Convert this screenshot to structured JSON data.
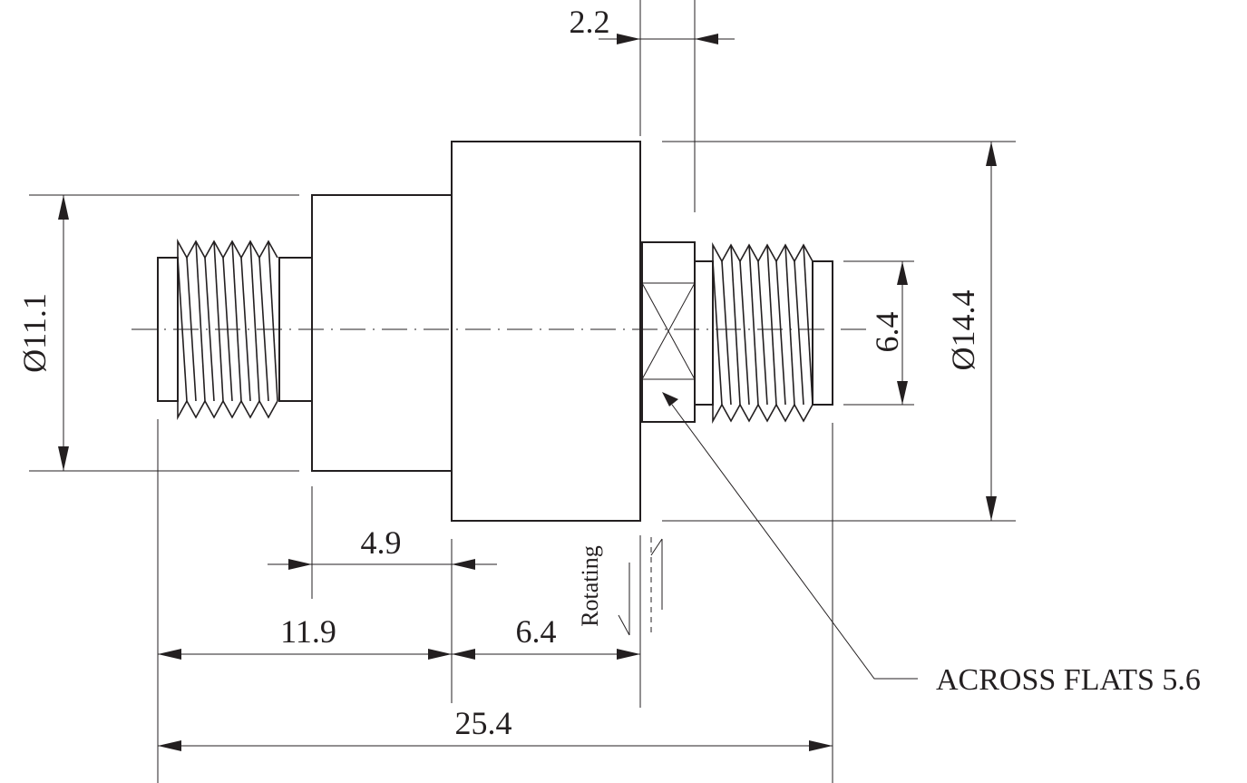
{
  "dimensions": {
    "flat_width": "2.2",
    "left_diameter": "Ø11.1",
    "right_diameter": "Ø14.4",
    "thread_diameter": "6.4",
    "shoulder_length": "4.9",
    "left_length": "11.9",
    "body_length": "6.4",
    "total_length": "25.4"
  },
  "notes": {
    "rotating": "Rotating",
    "across_flats": "ACROSS FLATS 5.6"
  }
}
